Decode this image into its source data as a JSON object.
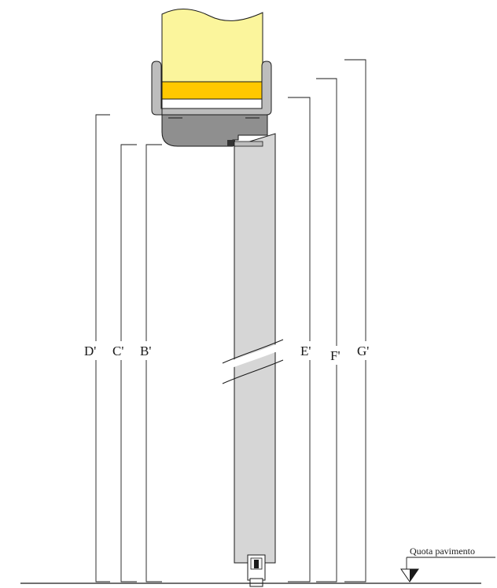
{
  "labels": {
    "d": "D'",
    "c": "C'",
    "b": "B'",
    "e": "E'",
    "f": "F'",
    "g": "G'"
  },
  "floor_note": "Quota pavimento",
  "colors": {
    "wall": "#fbf59c",
    "strip": "#ffc800",
    "frame": "#bdbdbd",
    "door": "#d6d6d6",
    "line": "#1a1a1a"
  }
}
